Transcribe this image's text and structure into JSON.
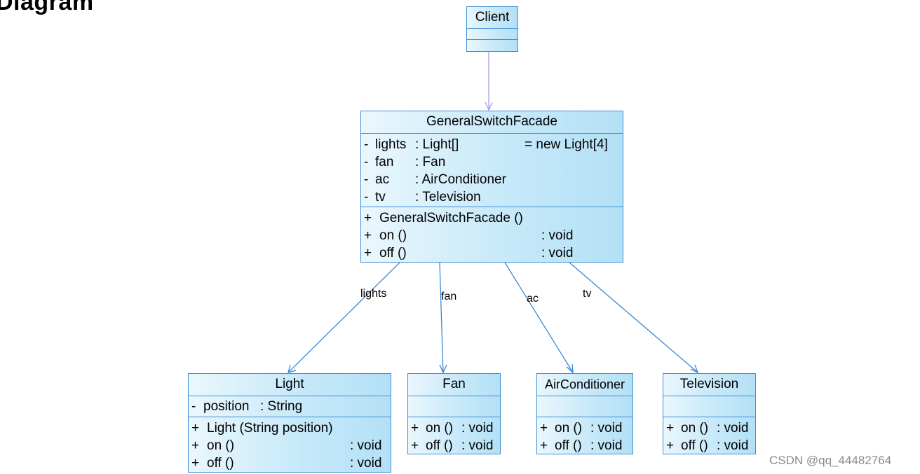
{
  "page": {
    "title": "Diagram",
    "watermark": "CSDN @qq_44482764"
  },
  "classes": {
    "client": {
      "name": "Client"
    },
    "facade": {
      "name": "GeneralSwitchFacade",
      "attributes": [
        {
          "vis": "-",
          "name": "lights",
          "type": ": Light[]",
          "init": "= new Light[4]"
        },
        {
          "vis": "-",
          "name": "fan",
          "type": ": Fan",
          "init": ""
        },
        {
          "vis": "-",
          "name": "ac",
          "type": ": AirConditioner",
          "init": ""
        },
        {
          "vis": "-",
          "name": "tv",
          "type": ": Television",
          "init": ""
        }
      ],
      "operations": [
        {
          "vis": "+",
          "name": "GeneralSwitchFacade ()",
          "ret": ""
        },
        {
          "vis": "+",
          "name": "on ()",
          "ret": ": void"
        },
        {
          "vis": "+",
          "name": "off ()",
          "ret": ": void"
        }
      ]
    },
    "light": {
      "name": "Light",
      "attributes": [
        {
          "vis": "-",
          "name": "position",
          "type": ": String"
        }
      ],
      "operations": [
        {
          "vis": "+",
          "name": "Light (String position)",
          "ret": ""
        },
        {
          "vis": "+",
          "name": "on ()",
          "ret": ": void"
        },
        {
          "vis": "+",
          "name": "off ()",
          "ret": ": void"
        }
      ]
    },
    "fan": {
      "name": "Fan",
      "operations": [
        {
          "vis": "+",
          "name": "on ()",
          "ret": ": void"
        },
        {
          "vis": "+",
          "name": "off ()",
          "ret": ": void"
        }
      ]
    },
    "airconditioner": {
      "name": "AirConditioner",
      "operations": [
        {
          "vis": "+",
          "name": "on ()",
          "ret": ": void"
        },
        {
          "vis": "+",
          "name": "off ()",
          "ret": ": void"
        }
      ]
    },
    "television": {
      "name": "Television",
      "operations": [
        {
          "vis": "+",
          "name": "on ()",
          "ret": ": void"
        },
        {
          "vis": "+",
          "name": "off ()",
          "ret": ": void"
        }
      ]
    }
  },
  "associations": {
    "lights": "lights",
    "fan": "fan",
    "ac": "ac",
    "tv": "tv"
  },
  "colors": {
    "box_border": "#3b8fd9",
    "box_fill": "#c7e9f9",
    "client_edge": "#9a9ae6",
    "edge": "#2a7fd4"
  }
}
